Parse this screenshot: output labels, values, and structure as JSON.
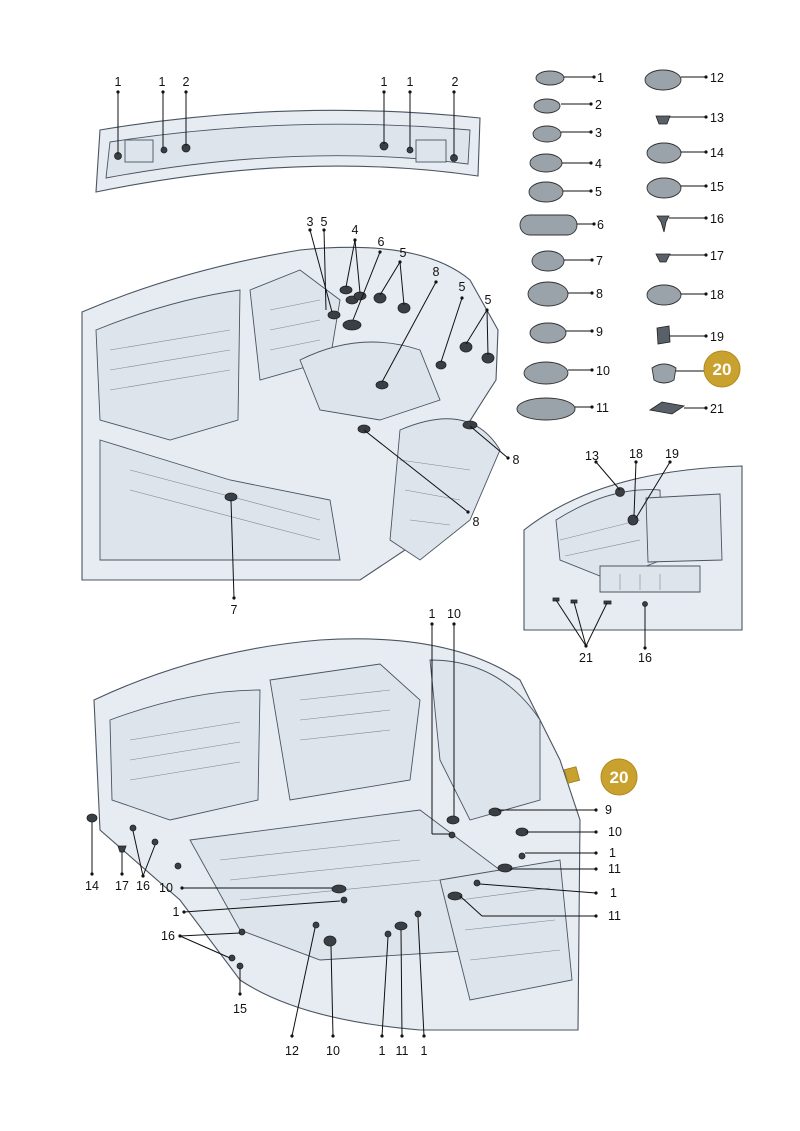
{
  "badge": {
    "number": "20",
    "color": "#c9a12e"
  },
  "parts_legend": [
    {
      "no": "1"
    },
    {
      "no": "2"
    },
    {
      "no": "3"
    },
    {
      "no": "4"
    },
    {
      "no": "5"
    },
    {
      "no": "6"
    },
    {
      "no": "7"
    },
    {
      "no": "8"
    },
    {
      "no": "9"
    },
    {
      "no": "10"
    },
    {
      "no": "11"
    },
    {
      "no": "12"
    },
    {
      "no": "13"
    },
    {
      "no": "14"
    },
    {
      "no": "15"
    },
    {
      "no": "16"
    },
    {
      "no": "17"
    },
    {
      "no": "18"
    },
    {
      "no": "19"
    },
    {
      "no": "20"
    },
    {
      "no": "21"
    }
  ],
  "callouts": {
    "rear_panel": [
      "1",
      "1",
      "2",
      "1",
      "1",
      "2"
    ],
    "floor_upper": [
      "3",
      "5",
      "4",
      "6",
      "5",
      "8",
      "5",
      "5",
      "8",
      "8",
      "7"
    ],
    "trunk_inset": [
      "13",
      "18",
      "19",
      "21",
      "16"
    ],
    "floor_lower": [
      "1",
      "10",
      "9",
      "10",
      "1",
      "11",
      "1",
      "11",
      "14",
      "17",
      "16",
      "10",
      "1",
      "16",
      "15",
      "12",
      "10",
      "1",
      "11",
      "1"
    ]
  }
}
